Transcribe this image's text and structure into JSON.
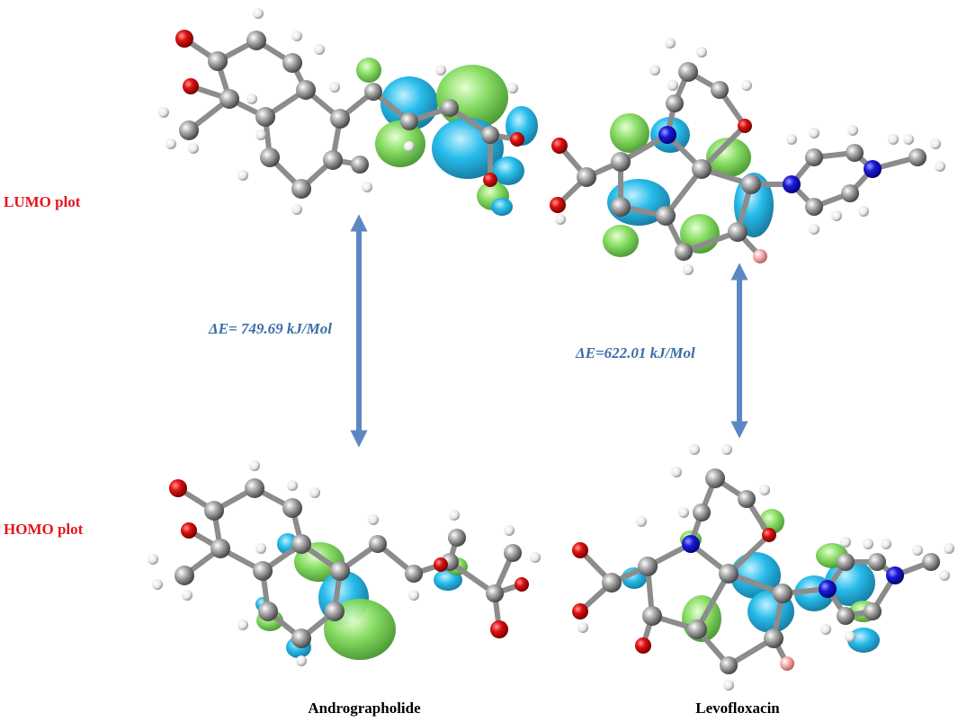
{
  "row_labels": {
    "lumo": "LUMO plot",
    "homo": "HOMO plot",
    "color": "#e8141b"
  },
  "energy_gaps": [
    {
      "label": "ΔE= 749.69 kJ/Mol",
      "color": "#3b6ea6"
    },
    {
      "label": "ΔE=622.01 kJ/Mol",
      "color": "#3b6ea6"
    }
  ],
  "molecules": [
    {
      "name": "Andrographolide"
    },
    {
      "name": "Levofloxacin"
    }
  ],
  "colors": {
    "carbon": "#7d7d7d",
    "hydrogen": "#f2f2f2",
    "oxygen": "#d40d0d",
    "nitrogen": "#1a1adb",
    "fluorine": "#f2a3a3",
    "orbital_positive": "#1ab6e6",
    "orbital_negative": "#7ed957",
    "arrow": "#5b87c5"
  }
}
